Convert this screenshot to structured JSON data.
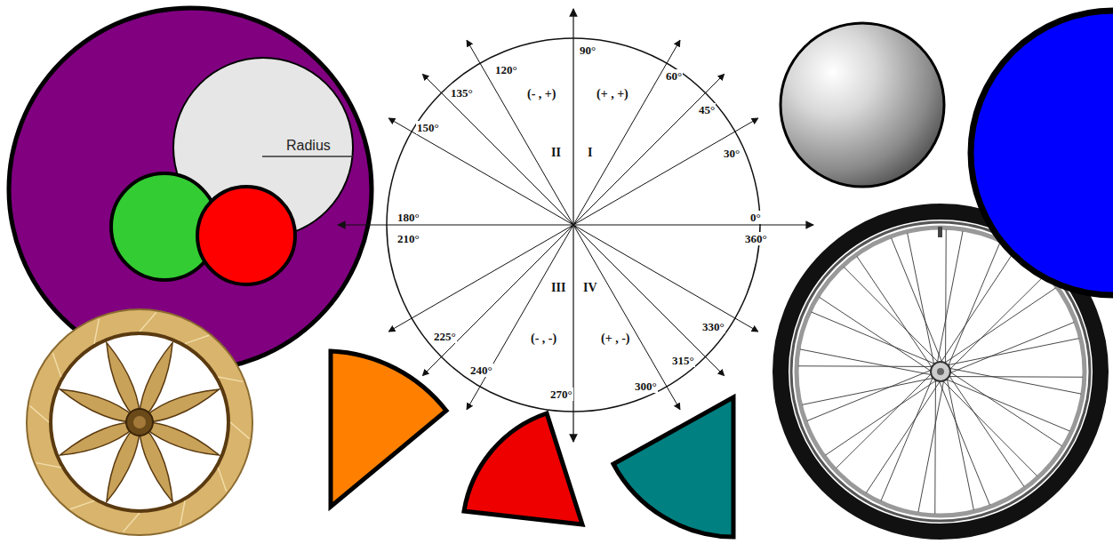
{
  "diagram": {
    "nodes": [
      {
        "text": [
          "Radius"
        ]
      }
    ],
    "labels": [
      "90°",
      "120°",
      "135°",
      "150°",
      "180°",
      "210°",
      "225°",
      "240°",
      "270°",
      "300°",
      "315°",
      "330°",
      "360°",
      "0°",
      "30°",
      "45°",
      "60°",
      "(- , +)",
      "(+ , +)",
      "II",
      "I",
      "III",
      "IV",
      "(- , -)",
      "(+ , -)"
    ]
  }
}
